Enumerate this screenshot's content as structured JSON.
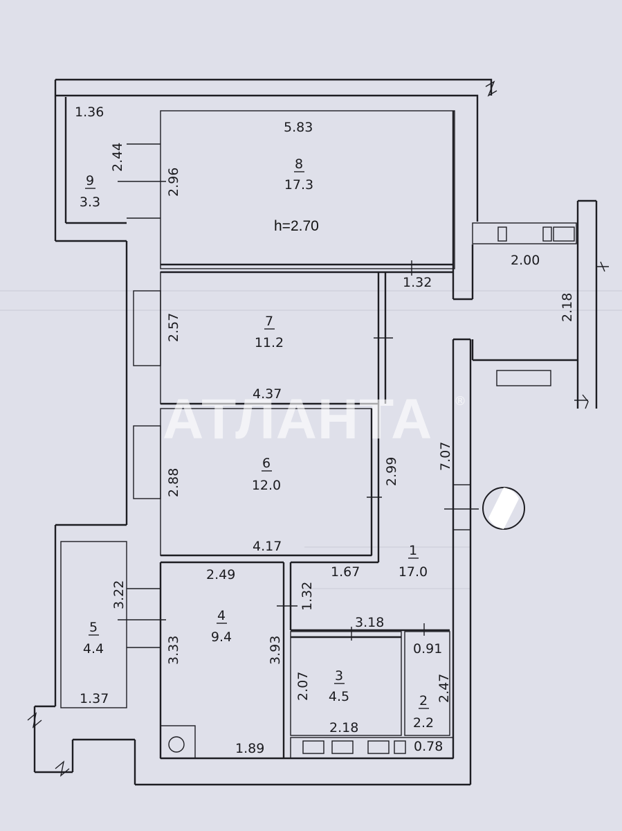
{
  "rooms": [
    {
      "id": "1",
      "number": "1",
      "area": "17.0"
    },
    {
      "id": "2",
      "number": "2",
      "area": "2.2"
    },
    {
      "id": "3",
      "number": "3",
      "area": "4.5"
    },
    {
      "id": "4",
      "number": "4",
      "area": "9.4"
    },
    {
      "id": "5",
      "number": "5",
      "area": "4.4"
    },
    {
      "id": "6",
      "number": "6",
      "area": "12.0"
    },
    {
      "id": "7",
      "number": "7",
      "area": "11.2"
    },
    {
      "id": "8",
      "number": "8",
      "area": "17.3"
    },
    {
      "id": "9",
      "number": "9",
      "area": "3.3"
    }
  ],
  "ceiling_height": "h=2.70",
  "dimensions": {
    "d_1_36": "1.36",
    "d_2_44": "2.44",
    "d_2_96": "2.96",
    "d_5_83": "5.83",
    "d_2_00": "2.00",
    "d_1_32_top": "1.32",
    "d_2_18_right": "2.18",
    "d_2_57": "2.57",
    "d_4_37": "4.37",
    "d_7_07": "7.07",
    "d_2_88": "2.88",
    "d_2_99": "2.99",
    "d_4_17": "4.17",
    "d_2_49": "2.49",
    "d_1_67": "1.67",
    "d_1_32_mid": "1.32",
    "d_3_22": "3.22",
    "d_3_18": "3.18",
    "d_0_91": "0.91",
    "d_3_33": "3.33",
    "d_3_93": "3.93",
    "d_2_07": "2.07",
    "d_2_47": "2.47",
    "d_1_37": "1.37",
    "d_2_18_bottom": "2.18",
    "d_1_89": "1.89",
    "d_0_78": "0.78"
  },
  "watermark": {
    "text": "АТЛАНТА",
    "registered": "®"
  },
  "colors": {
    "background": "#dfe0ea",
    "ink": "#1d1d22",
    "watermark": "#ffffff"
  }
}
